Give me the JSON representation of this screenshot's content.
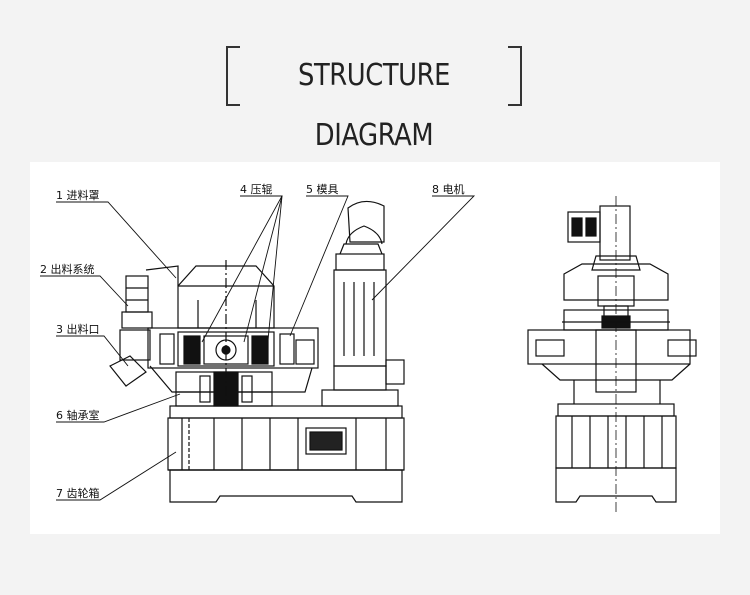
{
  "title": "STRUCTURE DIAGRAM",
  "labels": {
    "l1": "1 进料罩",
    "l2": "2 出料系统",
    "l3": "3 出料口",
    "l4": "4 压辊",
    "l5": "5 模具",
    "l6": "6 轴承室",
    "l7": "7 齿轮箱",
    "l8": "8 电机"
  },
  "colors": {
    "line": "#111111",
    "background": "#f3f3f3",
    "panel": "#ffffff"
  }
}
